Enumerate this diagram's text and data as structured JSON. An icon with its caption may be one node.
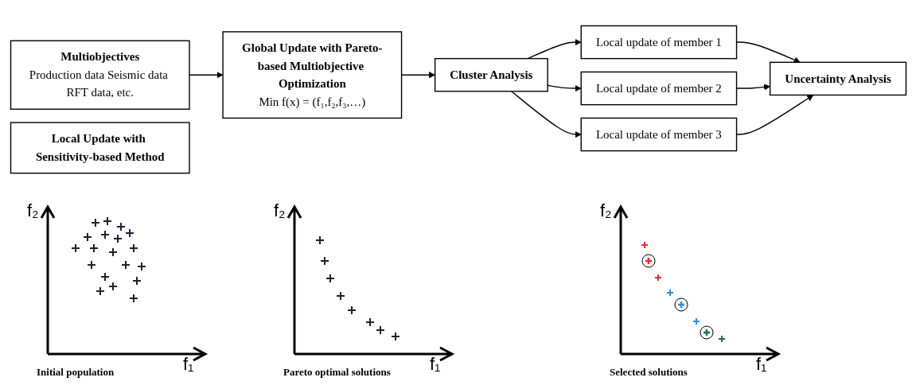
{
  "diagram": {
    "nodes": [
      {
        "text": [
          "Multiobjectives",
          "Production data Seismic data RFT data, etc."
        ]
      },
      {
        "text": [
          "Global Update with Pareto-based Multiobjective Optimization",
          "Min f(x) = (f₁,f₂,f₃,…)"
        ]
      },
      {
        "text": [
          "Cluster Analysis"
        ]
      },
      {
        "text": [
          "Local Update with Sensitivity-based Method"
        ]
      },
      {
        "text": [
          "Local update of member 1"
        ]
      },
      {
        "text": [
          "Local update of member 2"
        ]
      },
      {
        "text": [
          "Local update of member 3"
        ]
      },
      {
        "text": [
          "Uncertainty Analysis"
        ]
      }
    ],
    "edges": [
      {
        "from": 0,
        "to": 1,
        "arrow": "to"
      },
      {
        "from": 1,
        "to": 2,
        "arrow": "to"
      },
      {
        "from": 2,
        "to": 4,
        "arrow": "to"
      },
      {
        "from": 2,
        "to": 5,
        "arrow": "to"
      },
      {
        "from": 2,
        "to": 6,
        "arrow": "to"
      },
      {
        "from": 4,
        "to": 7,
        "arrow": "to"
      },
      {
        "from": 5,
        "to": 7,
        "arrow": "to"
      },
      {
        "from": 6,
        "to": 7,
        "arrow": "to"
      }
    ],
    "labels": [
      "f₂",
      "f₁",
      "Initial population",
      "f₂",
      "f₁",
      "Pareto optimal solutions",
      "f₂",
      "f₁",
      "Selected solutions"
    ]
  }
}
